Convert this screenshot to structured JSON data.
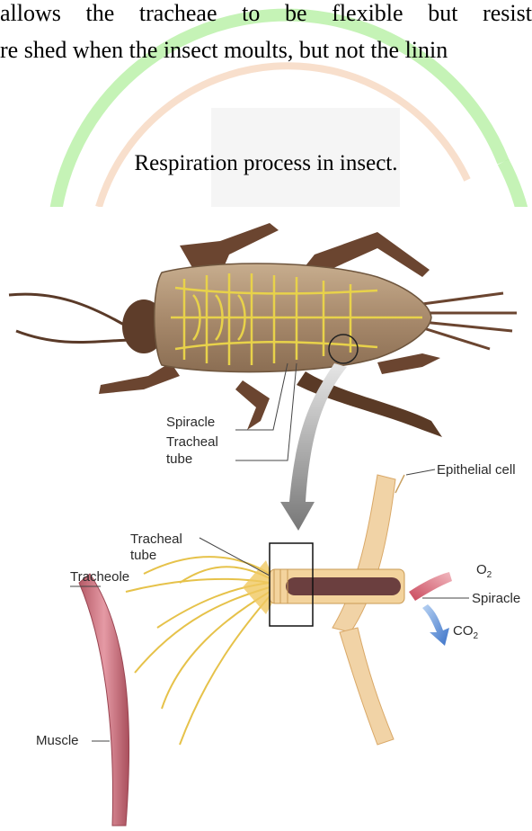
{
  "text": {
    "line1_words": [
      "allows",
      "the",
      "tracheae",
      "to",
      "be",
      "flexible",
      "but",
      "resist"
    ],
    "line2": "re shed when the insect moults, but not the linin"
  },
  "caption": "Respiration process in insect.",
  "figure": {
    "labels": {
      "spiracle_top": "Spiracle",
      "tracheal_tube_top_1": "Tracheal",
      "tracheal_tube_top_2": "tube",
      "epithelial_cell": "Epithelial cell",
      "tracheal_tube_1": "Tracheal",
      "tracheal_tube_2": "tube",
      "tracheole": "Tracheole",
      "o2_base": "O",
      "o2_sub": "2",
      "spiracle": "Spiracle",
      "co2_base": "CO",
      "co2_sub": "2",
      "muscle": "Muscle"
    }
  },
  "colors": {
    "insect_body": "#a88a6c",
    "tracheae": "#e8d24a",
    "muscle": "#c9707c",
    "co2_arrow": "#5a8ed6",
    "o2_arrow": "#d65a6a",
    "watermark_green": "#b6f0a4",
    "watermark_orange": "#f7dcc6"
  }
}
